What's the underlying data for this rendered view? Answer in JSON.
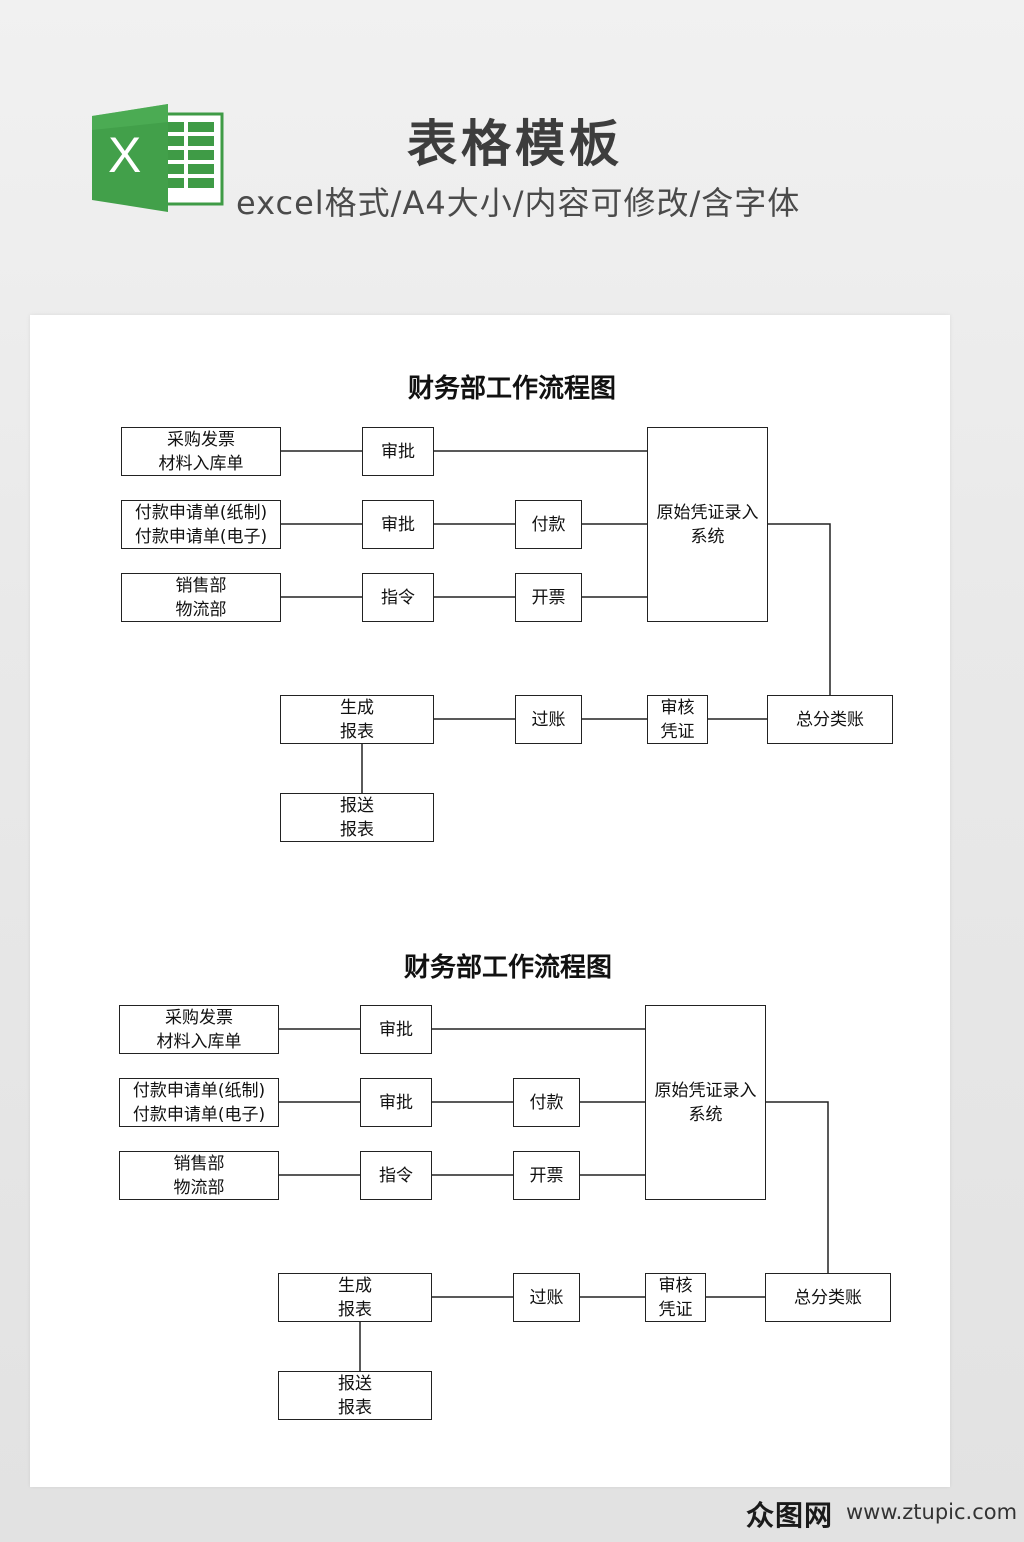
{
  "header": {
    "title": "表格模板",
    "subtitle": "excel格式/A4大小/内容可修改/含字体",
    "logo_letter": "X",
    "logo_color": "#3f9b46",
    "logo_dark": "#2f7f37"
  },
  "flowcharts": [
    {
      "title": "财务部工作流程图",
      "boxes": {
        "purchase": "采购发票\n材料入库单",
        "payment_request": "付款申请单(纸制)\n付款申请单(电子)",
        "sales": "销售部\n物流部",
        "approve1": "审批",
        "approve2": "审批",
        "instruction": "指令",
        "pay": "付款",
        "invoice": "开票",
        "voucher_entry": "原始凭证录入\n系统",
        "general_ledger": "总分类账",
        "audit_voucher": "审核\n凭证",
        "posting": "过账",
        "generate_report": "生成\n报表",
        "submit_report": "报送\n报表"
      }
    },
    {
      "title": "财务部工作流程图",
      "boxes": {
        "purchase": "采购发票\n材料入库单",
        "payment_request": "付款申请单(纸制)\n付款申请单(电子)",
        "sales": "销售部\n物流部",
        "approve1": "审批",
        "approve2": "审批",
        "instruction": "指令",
        "pay": "付款",
        "invoice": "开票",
        "voucher_entry": "原始凭证录入\n系统",
        "general_ledger": "总分类账",
        "audit_voucher": "审核\n凭证",
        "posting": "过账",
        "generate_report": "生成\n报表",
        "submit_report": "报送\n报表"
      }
    }
  ],
  "watermark": {
    "logo": "众图网",
    "url": "www.ztupic.com"
  }
}
